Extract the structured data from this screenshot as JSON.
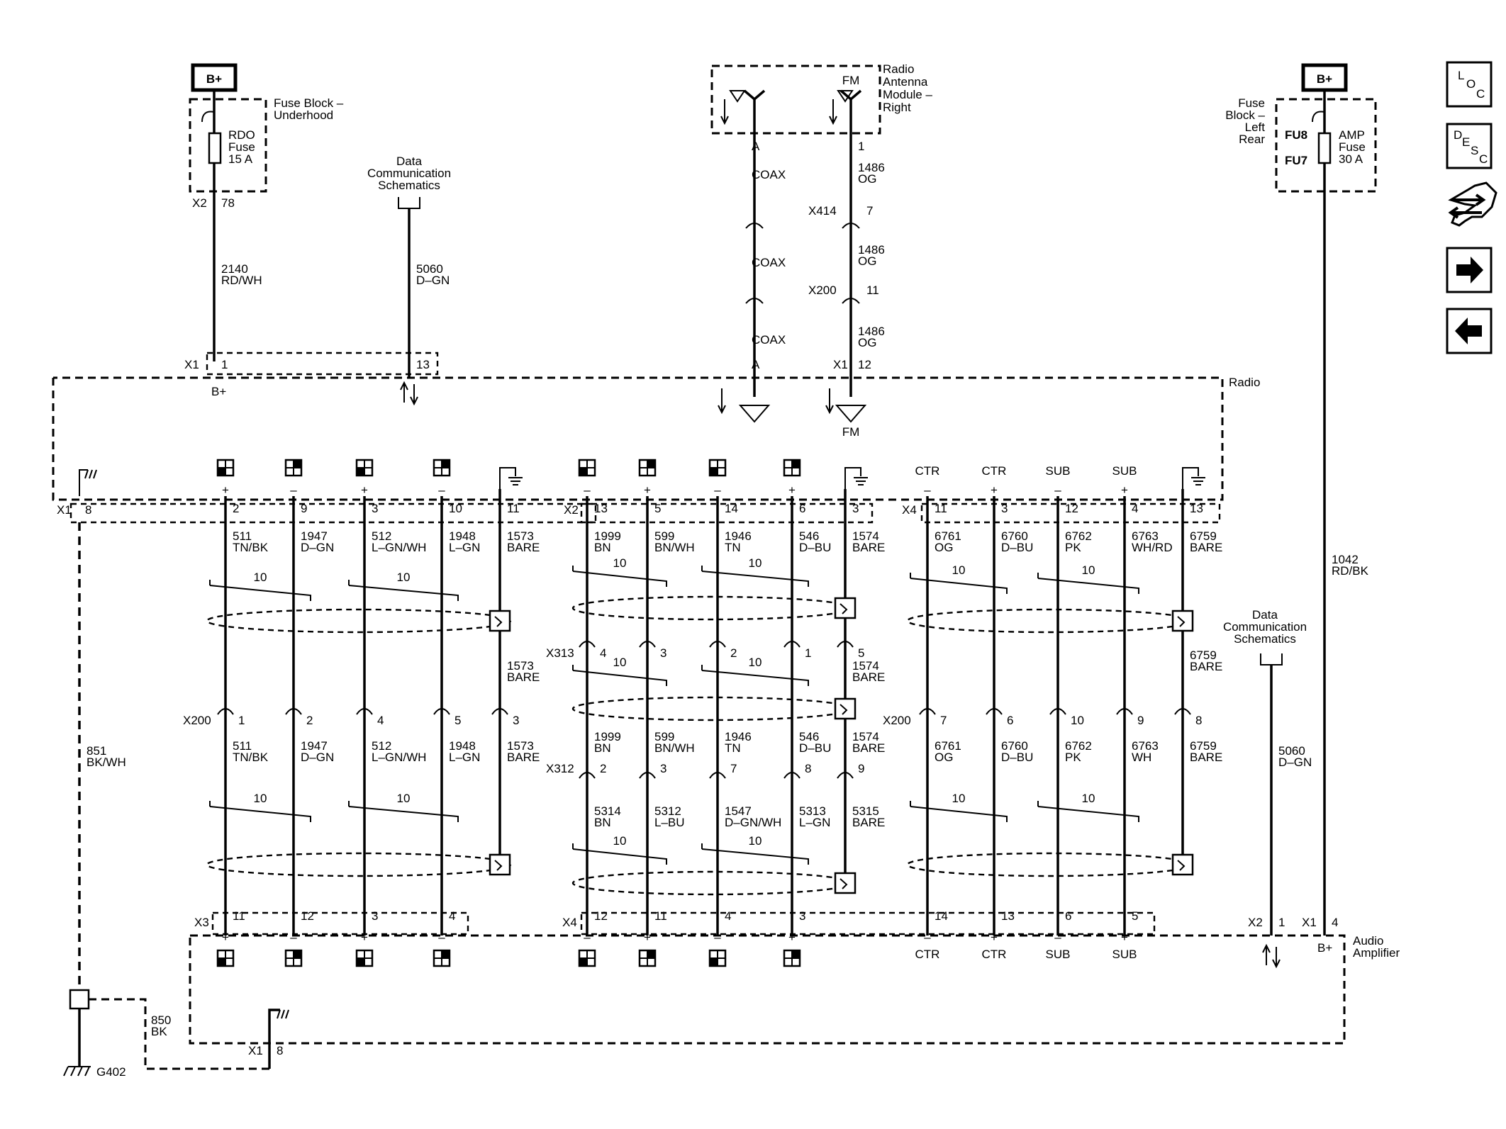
{
  "power": {
    "left": {
      "label": "B+",
      "fuse_block": [
        "Fuse Block –",
        "Underhood"
      ],
      "fuse": [
        "RDO",
        "Fuse",
        "15 A"
      ],
      "conn": "X2",
      "pin": "78",
      "circuit": "2140",
      "color": "RD/WH"
    },
    "right": {
      "label": "B+",
      "fuse_block": [
        "Fuse",
        "Block –",
        "Left",
        "Rear"
      ],
      "fu8": "FU8",
      "fu7": "FU7",
      "fuse": [
        "AMP",
        "Fuse",
        "30 A"
      ],
      "circuit": "1042",
      "color": "RD/BK"
    }
  },
  "data_comm_top": {
    "label": [
      "Data",
      "Communication",
      "Schematics"
    ],
    "circuit": "5060",
    "color": "D–GN"
  },
  "antenna": {
    "module": [
      "Radio",
      "Antenna",
      "Module –",
      "Right"
    ],
    "fm": "FM",
    "pin_a": "A",
    "pin_1": "1",
    "coax": [
      "COAX",
      "COAX",
      "COAX"
    ],
    "circuit": "1486",
    "color": "OG",
    "x414": "X414",
    "x414_pin": "7",
    "x200": "X200",
    "x200_pin": "11",
    "x1": "X1",
    "x1_pin": "12",
    "radio_pin_a": "A",
    "radio_fm": "FM"
  },
  "radio": {
    "label": "Radio",
    "x1": "X1",
    "pin_bplus": "1",
    "bplus": "B+",
    "pin_data": "13",
    "x1_lower": "X1",
    "ground_pin": "8",
    "x2": "X2",
    "x4": "X4"
  },
  "speakers": {
    "plus": "+",
    "minus": "–",
    "ctr": "CTR",
    "sub": "SUB",
    "twist": "10"
  },
  "group1": {
    "radio_pins": [
      "2",
      "9",
      "3",
      "10",
      "11"
    ],
    "circuits": [
      "511",
      "1947",
      "512",
      "1948",
      "1573"
    ],
    "colors": [
      "TN/BK",
      "D–GN",
      "L–GN/WH",
      "L–GN",
      "BARE"
    ],
    "x200": "X200",
    "x200_pins": [
      "1",
      "2",
      "4",
      "5",
      "3"
    ],
    "mid_circuit": "1573",
    "mid_color": "BARE",
    "amp_conn": "X3",
    "amp_pins": [
      "11",
      "12",
      "3",
      "4"
    ]
  },
  "group2": {
    "radio_pins": [
      "13",
      "5",
      "14",
      "6",
      "3"
    ],
    "circuits": [
      "1999",
      "599",
      "1946",
      "546",
      "1574"
    ],
    "colors": [
      "BN",
      "BN/WH",
      "TN",
      "D–BU",
      "BARE"
    ],
    "x313": "X313",
    "x313_pins": [
      "4",
      "3",
      "2",
      "1",
      "5"
    ],
    "mid_circuit": "1574",
    "mid_color": "BARE",
    "x312": "X312",
    "x312_pins": [
      "2",
      "3",
      "7",
      "8",
      "9"
    ],
    "low_circuits": [
      "5314",
      "5312",
      "1547",
      "5313",
      "5315"
    ],
    "low_colors": [
      "BN",
      "L–BU",
      "D–GN/WH",
      "L–GN",
      "BARE"
    ],
    "amp_conn": "X4",
    "amp_pins": [
      "12",
      "11",
      "4",
      "3"
    ]
  },
  "group3": {
    "radio_pins": [
      "11",
      "3",
      "12",
      "4",
      "13"
    ],
    "circuits": [
      "6761",
      "6760",
      "6762",
      "6763",
      "6759"
    ],
    "colors": [
      "OG",
      "D–BU",
      "PK",
      "WH/RD",
      "BARE"
    ],
    "mid_circuit": "6759",
    "mid_color": "BARE",
    "x200": "X200",
    "x200_pins": [
      "7",
      "6",
      "10",
      "9",
      "8"
    ],
    "low_colors": [
      "OG",
      "D–BU",
      "PK",
      "WH",
      "BARE"
    ],
    "amp_pins": [
      "14",
      "13",
      "6",
      "5"
    ]
  },
  "data_comm_amp": {
    "label": [
      "Data",
      "Communication",
      "Schematics"
    ],
    "circuit": "5060",
    "color": "D–GN",
    "conn": "X2",
    "pin": "1"
  },
  "amp_power": {
    "conn": "X1",
    "pin": "4",
    "bplus": "B+"
  },
  "amplifier": {
    "label": [
      "Audio",
      "Amplifier"
    ],
    "x1": "X1",
    "ground_pin": "8"
  },
  "ground": {
    "radio_circuit": "851",
    "radio_color": "BK/WH",
    "amp_circuit": "850",
    "amp_color": "BK",
    "location": "G402"
  },
  "nav": {
    "loc": [
      "L",
      "O",
      "C"
    ],
    "desc": [
      "D",
      "E",
      "S",
      "C"
    ]
  }
}
